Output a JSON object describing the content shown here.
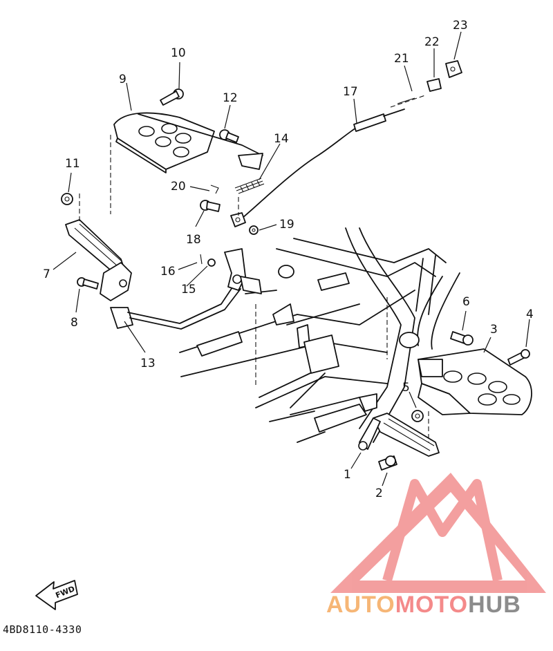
{
  "diagram_code": "4BD8110-4330",
  "direction_label": "FWD",
  "watermark": {
    "part1": "AUTO",
    "part2": "MOTO",
    "part3": "HUB",
    "color1": "#f6b676",
    "color2": "#f48a8a",
    "color3": "#8c8c8c",
    "logo_color": "#f08080"
  },
  "callouts": [
    "1",
    "2",
    "3",
    "4",
    "5",
    "6",
    "7",
    "8",
    "9",
    "10",
    "11",
    "12",
    "13",
    "14",
    "15",
    "16",
    "17",
    "18",
    "19",
    "20",
    "21",
    "22",
    "23"
  ]
}
